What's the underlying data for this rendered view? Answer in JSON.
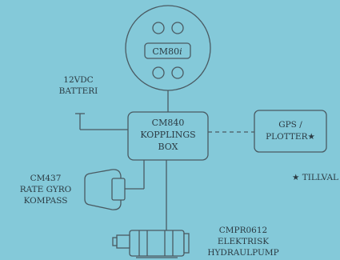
{
  "display": {
    "label_main": "CM80",
    "label_suffix": "i"
  },
  "battery": {
    "line1": "12VDC",
    "line2": "BATTERI"
  },
  "junction_box": {
    "line1": "CM840",
    "line2": "KOPPLINGS",
    "line3": "BOX"
  },
  "gps": {
    "line1": "GPS /",
    "line2": "PLOTTER★"
  },
  "optional_note": "★ TILLVAL",
  "gyro": {
    "line1": "CM437",
    "line2": "RATE GYRO",
    "line3": "KOMPASS"
  },
  "pump": {
    "line1": "CMPR0612",
    "line2": "ELEKTRISK",
    "line3": "HYDRAULPUMP"
  },
  "colors": {
    "background": "#84c9d9",
    "line": "#4a5a62",
    "text": "#2b3a42"
  }
}
